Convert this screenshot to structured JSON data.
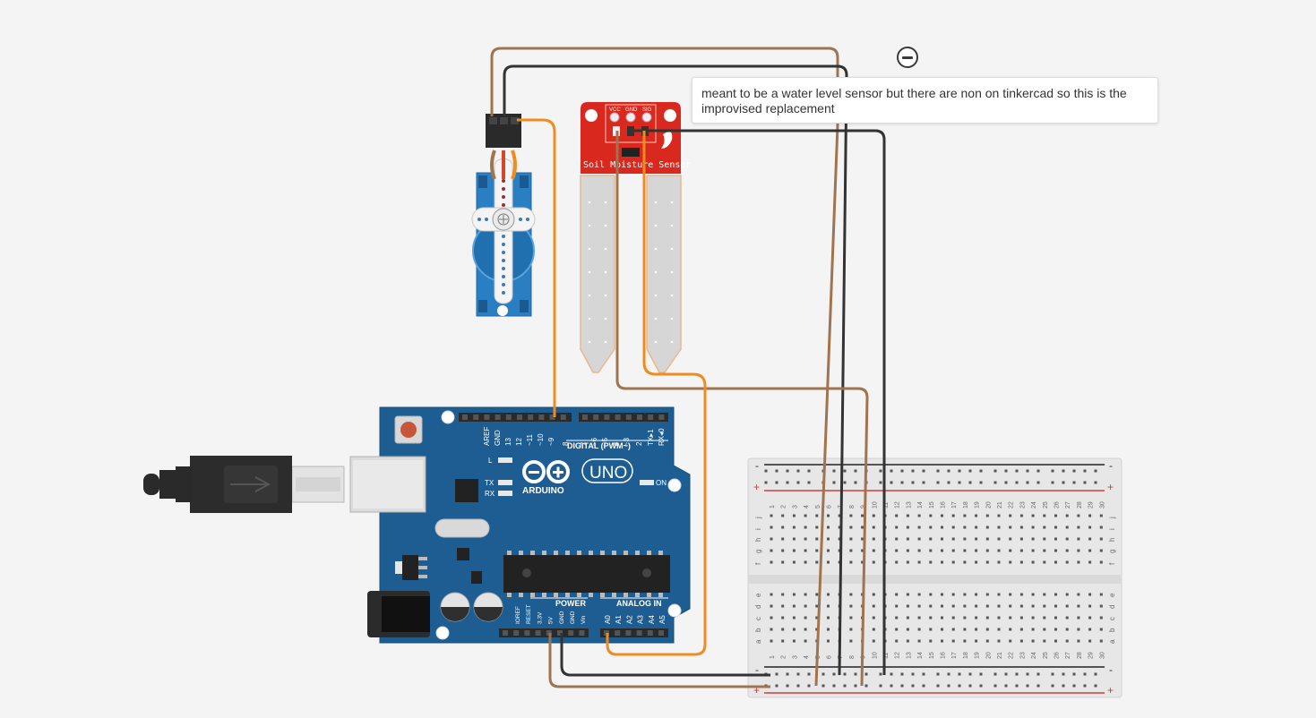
{
  "note": {
    "text": "meant to be a water level sensor but there are non on tinkercad so this is the improvised replacement"
  },
  "sensor": {
    "label": "Soil Moisture Sensor",
    "pins": [
      "VCC",
      "GND",
      "SIG"
    ]
  },
  "arduino": {
    "brand": "ARDUINO",
    "model": "UNO",
    "digital_header_label": "DIGITAL (PWM~)",
    "digital_pins": [
      "AREF",
      "GND",
      "13",
      "12",
      "~11",
      "~10",
      "~9",
      "8",
      "7",
      "~6",
      "~5",
      "4",
      "~3",
      "2",
      "TX▸1",
      "RX◂0"
    ],
    "power_header_label": "POWER",
    "power_pins": [
      "IOREF",
      "RESET",
      "3.3V",
      "5V",
      "GND",
      "GND",
      "Vin"
    ],
    "analog_header_label": "ANALOG IN",
    "analog_pins": [
      "A0",
      "A1",
      "A2",
      "A3",
      "A4",
      "A5"
    ],
    "led_labels": [
      "L",
      "TX",
      "RX"
    ],
    "on_label": "ON"
  },
  "breadboard": {
    "columns": [
      "1",
      "2",
      "3",
      "4",
      "5",
      "6",
      "7",
      "8",
      "9",
      "10",
      "11",
      "12",
      "13",
      "14",
      "15",
      "16",
      "17",
      "18",
      "19",
      "20",
      "21",
      "22",
      "23",
      "24",
      "25",
      "26",
      "27",
      "28",
      "29",
      "30"
    ],
    "rows_top": [
      "j",
      "i",
      "h",
      "g",
      "f"
    ],
    "rows_bottom": [
      "e",
      "d",
      "c",
      "b",
      "a"
    ],
    "rail_minus": "-",
    "rail_plus": "+"
  },
  "colors": {
    "background": "#f4f4f5",
    "wire_orange": "#f08c1c",
    "wire_brown": "#a0744f",
    "wire_black": "#333333",
    "arduino_blue": "#1e5d91",
    "sensor_red": "#d9281e",
    "servo_blue": "#2a7fc3"
  }
}
